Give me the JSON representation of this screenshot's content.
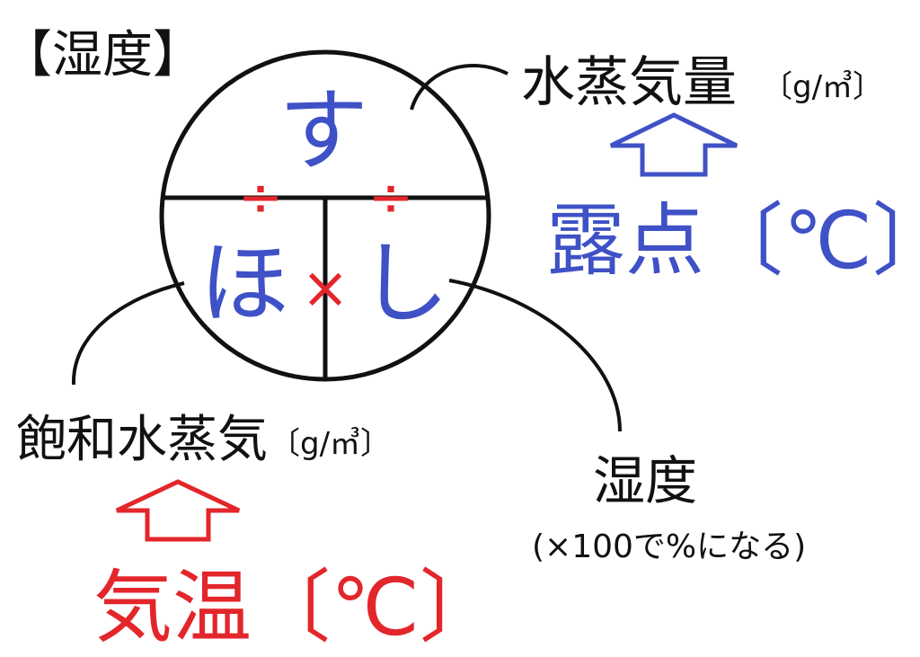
{
  "title": "【湿度】",
  "colors": {
    "blue": "#3f51c6",
    "red": "#e3262b",
    "line": "#111111"
  },
  "circle": {
    "top": "す",
    "bottom_left": "ほ",
    "bottom_right": "し",
    "divide_symbol": "÷",
    "multiply_symbol": "×"
  },
  "labels": {
    "vapor_amount": "水蒸気量",
    "vapor_unit": "〔g/㎥〕",
    "dew_point": "露点〔℃〕",
    "saturated_vapor": "飽和水蒸気",
    "saturated_unit": "〔g/㎥〕",
    "temperature": "気温〔℃〕",
    "humidity": "湿度",
    "humidity_note": "(×100で%になる)"
  },
  "icons": [
    "up-arrow-outline-blue",
    "up-arrow-outline-red"
  ]
}
